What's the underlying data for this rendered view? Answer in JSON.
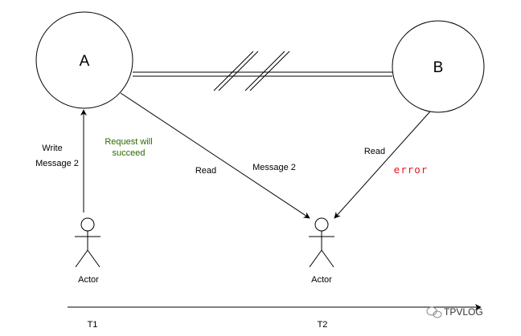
{
  "nodes": {
    "a_label": "A",
    "b_label": "B"
  },
  "actors": {
    "left_label": "Actor",
    "right_label": "Actor"
  },
  "edges": {
    "write_line1": "Write",
    "write_line2": "Message 2",
    "request_line1": "Request will",
    "request_line2": "succeed",
    "read_left": "Read",
    "message_2": "Message 2",
    "read_right": "Read",
    "error": "error"
  },
  "timeline": {
    "t1": "T1",
    "t2": "T2"
  },
  "watermark": {
    "text": "TPVLOG"
  },
  "colors": {
    "success_text": "#2d6a00",
    "error_text": "#e8121c"
  }
}
